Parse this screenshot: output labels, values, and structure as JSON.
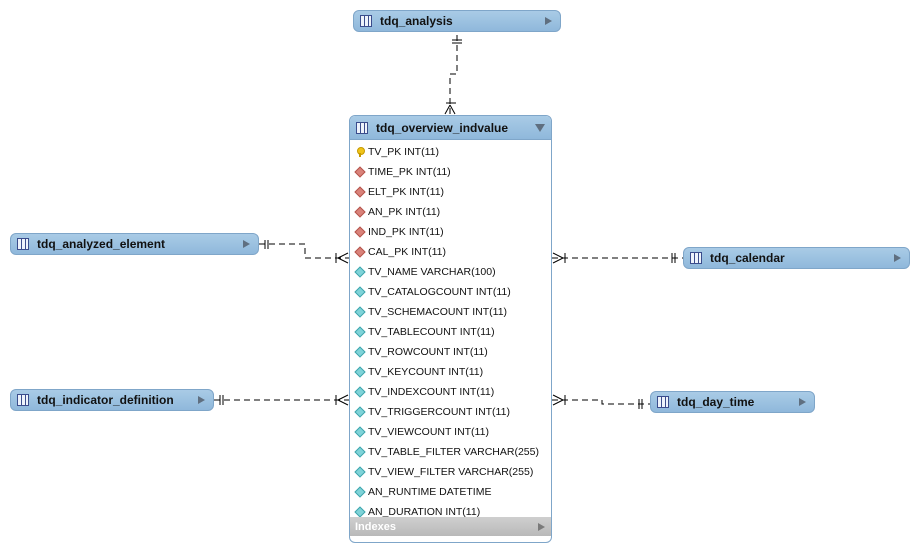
{
  "diagram": {
    "main_table": {
      "name": "tdq_overview_indvalue",
      "columns": [
        {
          "label": "TV_PK INT(11)",
          "kind": "primary-key"
        },
        {
          "label": "TIME_PK INT(11)",
          "kind": "foreign-key"
        },
        {
          "label": "ELT_PK INT(11)",
          "kind": "foreign-key"
        },
        {
          "label": "AN_PK INT(11)",
          "kind": "foreign-key"
        },
        {
          "label": "IND_PK INT(11)",
          "kind": "foreign-key"
        },
        {
          "label": "CAL_PK INT(11)",
          "kind": "foreign-key"
        },
        {
          "label": "TV_NAME VARCHAR(100)",
          "kind": "column"
        },
        {
          "label": "TV_CATALOGCOUNT INT(11)",
          "kind": "column"
        },
        {
          "label": "TV_SCHEMACOUNT INT(11)",
          "kind": "column"
        },
        {
          "label": "TV_TABLECOUNT INT(11)",
          "kind": "column"
        },
        {
          "label": "TV_ROWCOUNT INT(11)",
          "kind": "column"
        },
        {
          "label": "TV_KEYCOUNT INT(11)",
          "kind": "column"
        },
        {
          "label": "TV_INDEXCOUNT INT(11)",
          "kind": "column"
        },
        {
          "label": "TV_TRIGGERCOUNT INT(11)",
          "kind": "column"
        },
        {
          "label": "TV_VIEWCOUNT INT(11)",
          "kind": "column"
        },
        {
          "label": "TV_TABLE_FILTER VARCHAR(255)",
          "kind": "column"
        },
        {
          "label": "TV_VIEW_FILTER VARCHAR(255)",
          "kind": "column"
        },
        {
          "label": "AN_RUNTIME DATETIME",
          "kind": "column"
        },
        {
          "label": "AN_DURATION INT(11)",
          "kind": "column"
        }
      ],
      "indexes_label": "Indexes"
    },
    "related_tables": {
      "analysis": "tdq_analysis",
      "analyzed_element": "tdq_analyzed_element",
      "indicator_definition": "tdq_indicator_definition",
      "calendar": "tdq_calendar",
      "day_time": "tdq_day_time"
    },
    "icons": {
      "table": "table-icon",
      "collapse": "triangle-down-icon",
      "expand": "triangle-right-icon",
      "primary_key": "key-icon",
      "foreign_key": "red-diamond-icon",
      "column": "cyan-diamond-icon"
    },
    "colors": {
      "entity_header": "#9bc2e1",
      "entity_border": "#7fa6c9",
      "primary_key": "#f0c419",
      "foreign_key": "#d9827a",
      "column": "#7fd3d8",
      "connector": "#000000",
      "indexes_bar": "#c4c4c4"
    }
  }
}
